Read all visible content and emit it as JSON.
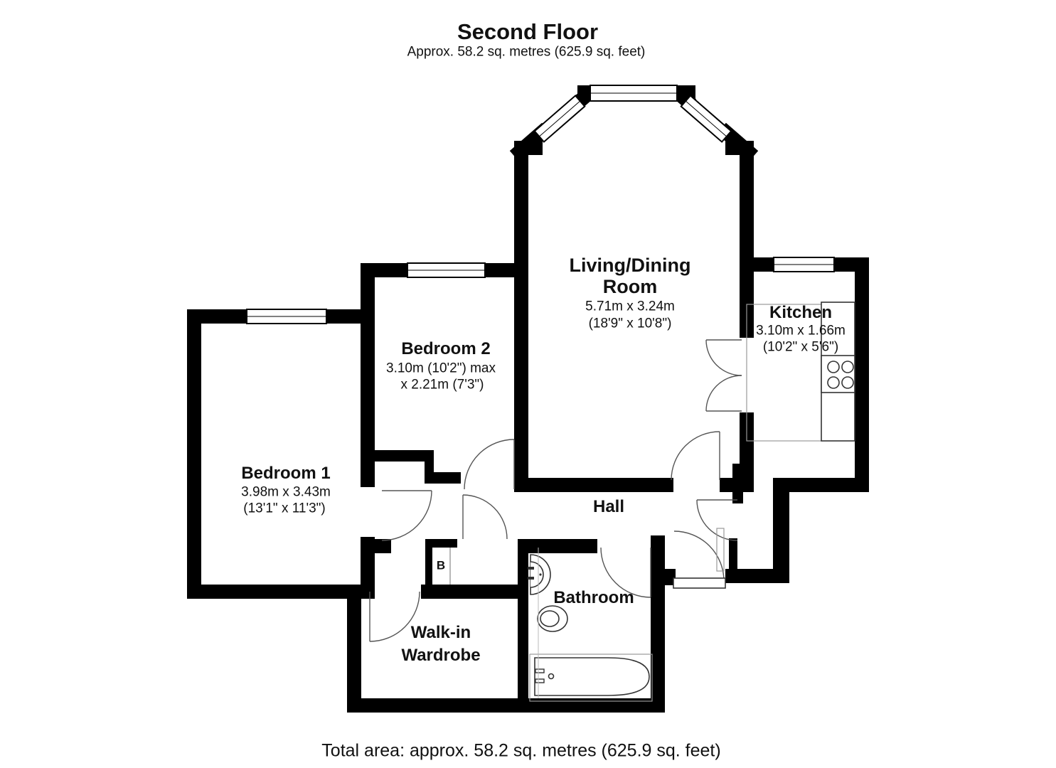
{
  "header": {
    "title": "Second Floor",
    "subtitle": "Approx. 58.2 sq. metres (625.9 sq. feet)"
  },
  "footer": {
    "total_area": "Total area: approx. 58.2 sq. metres (625.9 sq. feet)"
  },
  "rooms": {
    "living": {
      "name_line1": "Living/Dining",
      "name_line2": "Room",
      "dim_metric": "5.71m x 3.24m",
      "dim_imperial": "(18'9\" x 10'8\")"
    },
    "kitchen": {
      "name": "Kitchen",
      "dim_metric": "3.10m x 1.66m",
      "dim_imperial": "(10'2\" x 5'6\")"
    },
    "bedroom2": {
      "name": "Bedroom 2",
      "dim_metric": "3.10m (10'2\") max",
      "dim_imperial": "x 2.21m (7'3\")"
    },
    "bedroom1": {
      "name": "Bedroom 1",
      "dim_metric": "3.98m x 3.43m",
      "dim_imperial": "(13'1\" x 11'3\")"
    },
    "hall": {
      "name": "Hall"
    },
    "bathroom": {
      "name": "Bathroom"
    },
    "wardrobe": {
      "name_line1": "Walk-in",
      "name_line2": "Wardrobe"
    },
    "boiler_cupboard": {
      "name": "B"
    }
  },
  "colors": {
    "wall": "#000000",
    "background": "#ffffff",
    "door_arc": "#555555"
  }
}
